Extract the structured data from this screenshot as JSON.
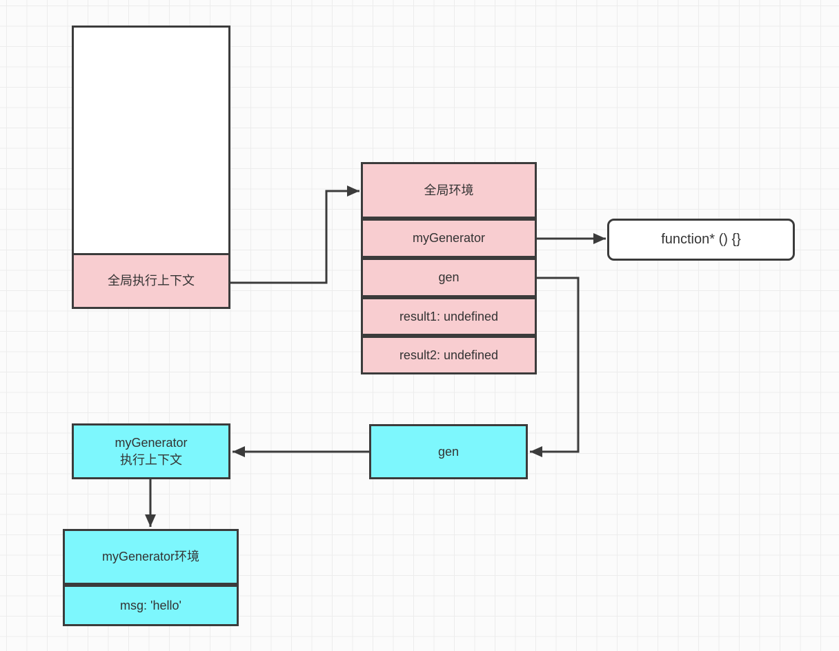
{
  "colors": {
    "pink_fill": "#f8cdd0",
    "cyan_fill": "#7df7fd",
    "white_fill": "#ffffff",
    "stroke": "#3b3b3b",
    "text": "#333333",
    "grid_line": "#ececec",
    "canvas_bg": "#fbfbfb"
  },
  "nodes": {
    "call_stack_label": "全局执行上下文",
    "global_env": {
      "title": "全局环境",
      "entries": [
        "myGenerator",
        "gen",
        "result1: undefined",
        "result2: undefined"
      ]
    },
    "function_signature": "function* () {}",
    "generator_context": {
      "line1": "myGenerator",
      "line2": "执行上下文"
    },
    "gen_label": "gen",
    "generator_env": {
      "title": "myGenerator环境",
      "entries": [
        "msg: 'hello'"
      ]
    }
  }
}
